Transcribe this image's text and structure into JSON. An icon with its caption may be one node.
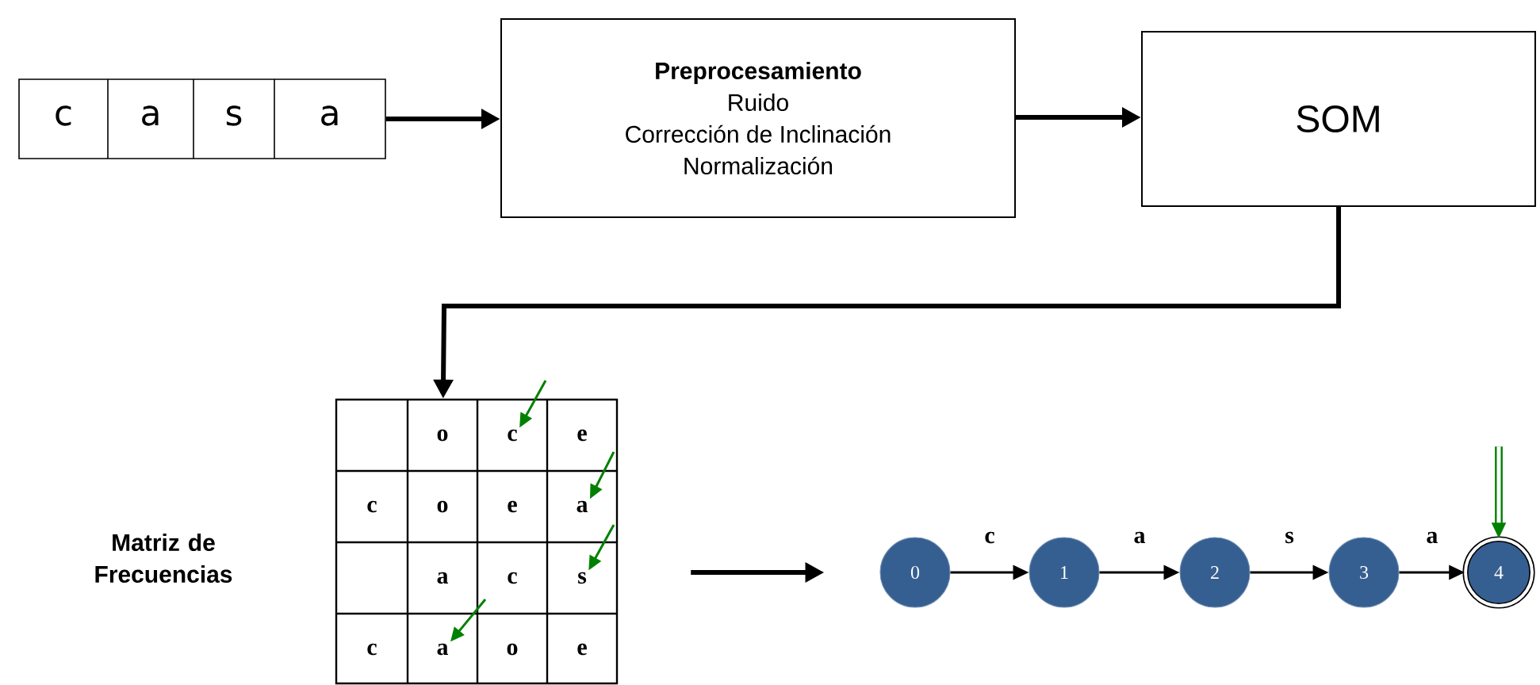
{
  "diagram": {
    "nodes": [
      {
        "text": [
          "c",
          "a",
          "s",
          "a"
        ]
      },
      {
        "text": [
          "Preprocesamiento",
          "Ruido",
          "Corrección de Inclinación",
          "Normalización"
        ]
      },
      {
        "text": [
          "SOM"
        ]
      },
      {
        "text": [
          "o",
          "e",
          "c",
          "o",
          "e",
          "a",
          "c",
          "c",
          "o",
          "e"
        ]
      },
      {
        "text": [
          "0"
        ]
      },
      {
        "text": [
          "1"
        ]
      },
      {
        "text": [
          "2"
        ]
      },
      {
        "text": [
          "3"
        ]
      },
      {
        "text": [
          "4"
        ]
      },
      {
        "text": [
          "c"
        ],
        "in": 3
      },
      {
        "text": [
          "a"
        ],
        "in": 3
      },
      {
        "text": [
          "s"
        ],
        "in": 3
      },
      {
        "text": [
          "a"
        ],
        "in": 3
      }
    ],
    "edges": [
      {
        "from": 0,
        "to": 1,
        "arrow": "to",
        "style": "thick"
      },
      {
        "from": 1,
        "to": 2,
        "arrow": "to",
        "style": "thick"
      },
      {
        "from": 2,
        "to": 3,
        "arrow": "to",
        "style": "thick"
      },
      {
        "from": 3,
        "to": 4,
        "arrow": "to",
        "style": "thick"
      },
      {
        "from": 4,
        "to": 5,
        "arrow": "to",
        "label": "c"
      },
      {
        "from": 5,
        "to": 6,
        "arrow": "to",
        "label": "a"
      },
      {
        "from": 6,
        "to": 7,
        "arrow": "to",
        "label": "s"
      },
      {
        "from": 7,
        "to": 8,
        "arrow": "to",
        "label": "a"
      },
      {
        "from": null,
        "to": 8,
        "arrow": "to",
        "color": "#008000"
      },
      {
        "from": null,
        "to": 9,
        "arrow": "to",
        "color": "#008000"
      },
      {
        "from": null,
        "to": 10,
        "arrow": "to",
        "color": "#008000"
      },
      {
        "from": null,
        "to": 11,
        "arrow": "to",
        "color": "#008000"
      },
      {
        "from": null,
        "to": 12,
        "arrow": "to",
        "color": "#008000"
      }
    ],
    "labels": [
      "Matriz de Frecuencias"
    ]
  }
}
